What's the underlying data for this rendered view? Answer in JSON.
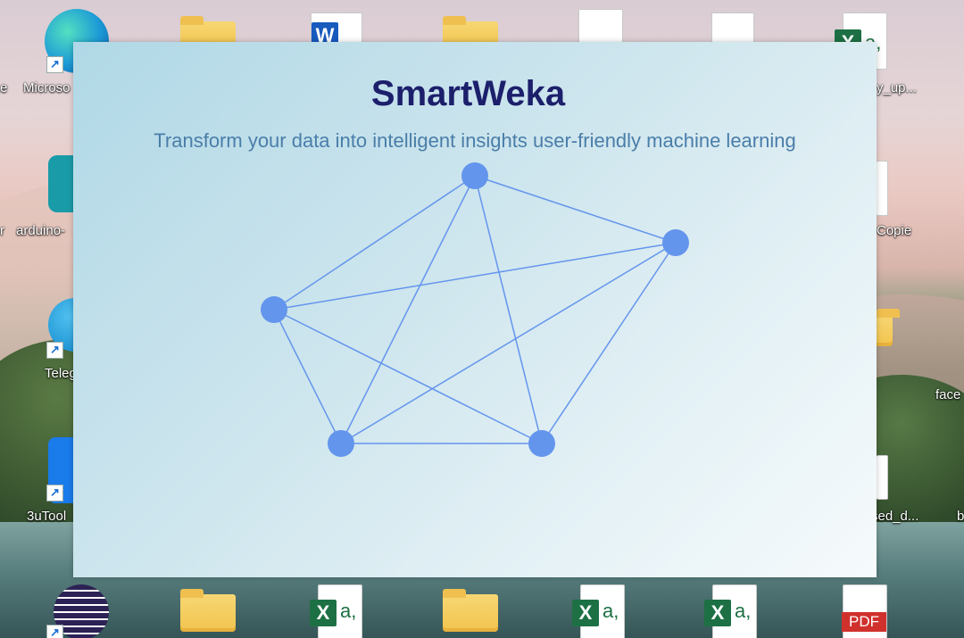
{
  "app": {
    "title": "SmartWeka",
    "subtitle": "Transform your data into intelligent insights user-friendly machine learning",
    "accent_color": "#6495ed",
    "title_color": "#1c1f6b",
    "subtitle_color": "#4a7ea9"
  },
  "desktop": {
    "labels": {
      "edge_left": "e",
      "edge": "Microso",
      "arduino_left": "r",
      "arduino": "arduino-",
      "telegram": "Teleg",
      "tools": "3uTool",
      "excel_top_right": "y_up...",
      "copie": "Copie",
      "face": "face",
      "used_d": "sed_d...",
      "b": "b"
    },
    "icons": [
      "edge-icon",
      "word-folder-icon",
      "word-doc-icon",
      "edge-folder-icon",
      "document-preview-icon",
      "blank-file-icon",
      "excel-file-icon",
      "arduino-icon",
      "vscode-file-icon",
      "telegram-icon",
      "folder-icon",
      "3utools-icon",
      "excel-file-icon",
      "eclipse-icon",
      "word-folder-icon",
      "excel-file-icon",
      "folder-icon",
      "excel-file-icon",
      "excel-file-icon",
      "pdf-file-icon"
    ]
  }
}
